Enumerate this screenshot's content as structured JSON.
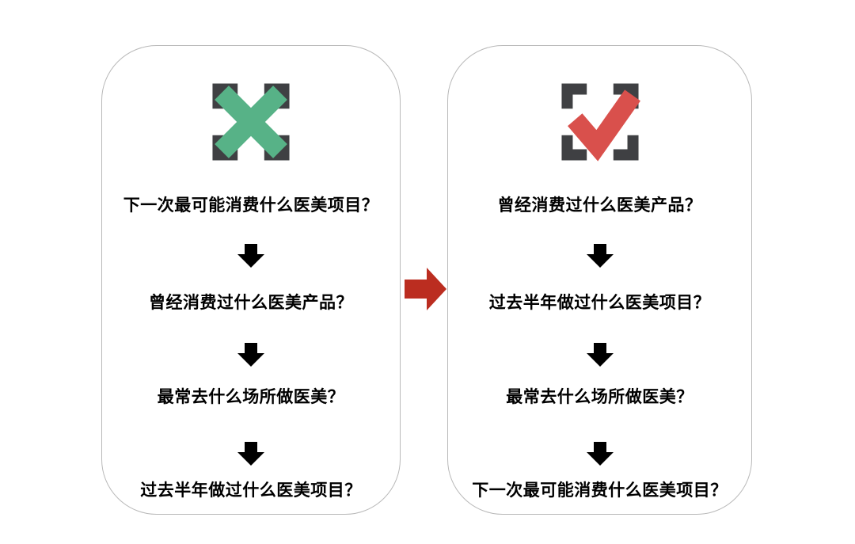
{
  "colors": {
    "x_green": "#57B287",
    "check_red": "#D9504C",
    "arrow_red": "#BB2D20",
    "bracket_gray": "#3F4043",
    "panel_border": "#b9b9b9",
    "text": "#000000"
  },
  "left_panel": {
    "icon": "x-mark-in-frame-icon",
    "questions": [
      "下一次最可能消费什么医美项目？",
      "曾经消费过什么医美产品？",
      "最常去什么场所做医美？",
      "过去半年做过什么医美项目？"
    ]
  },
  "connector": {
    "icon": "right-arrow-icon"
  },
  "right_panel": {
    "icon": "check-mark-in-frame-icon",
    "questions": [
      "曾经消费过什么医美产品？",
      "过去半年做过什么医美项目？",
      "最常去什么场所做医美？",
      "下一次最可能消费什么医美项目？"
    ]
  }
}
